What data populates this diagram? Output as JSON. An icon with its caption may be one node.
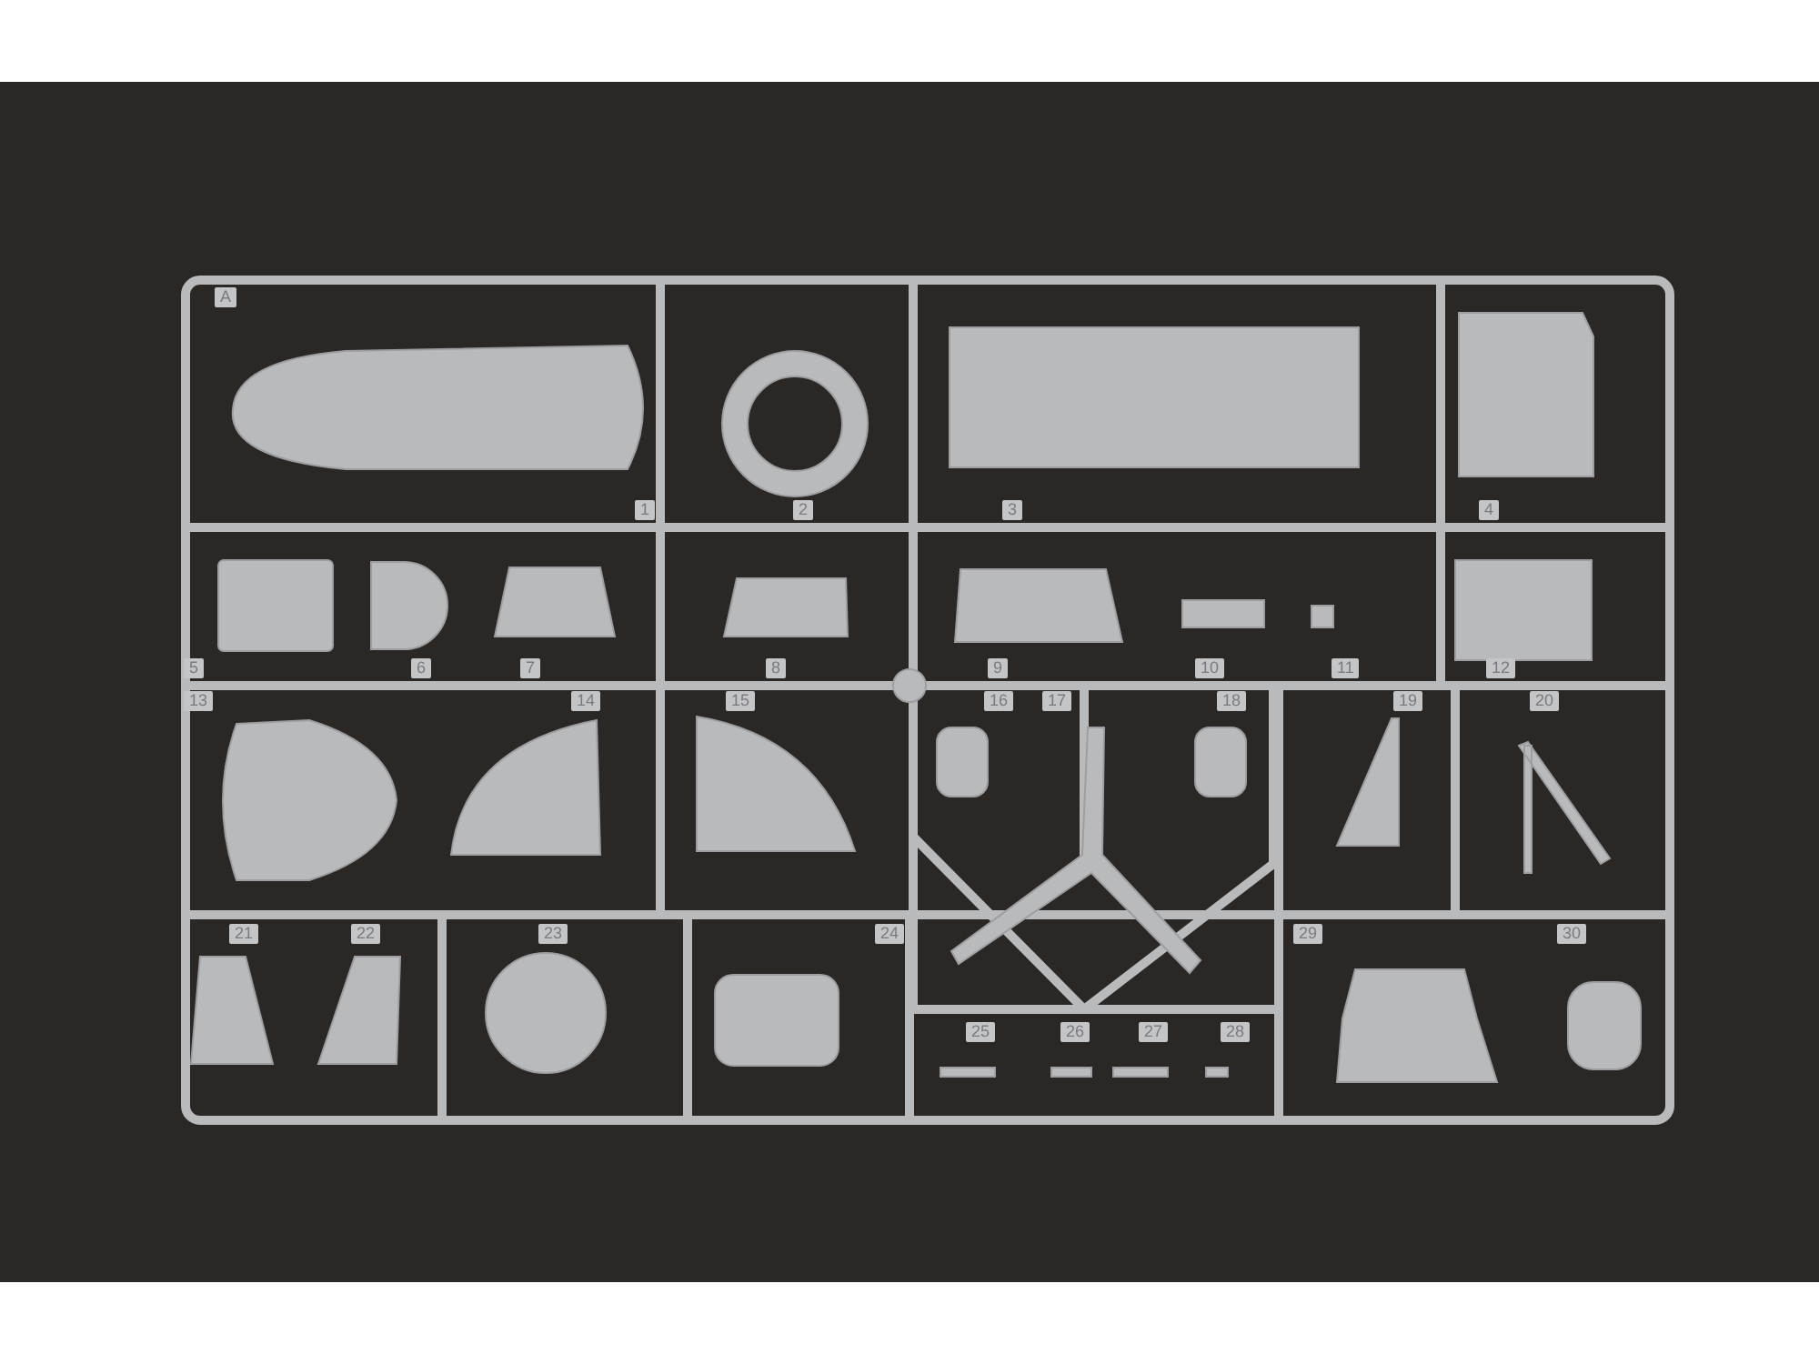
{
  "diagram": {
    "labels": [
      "A",
      "1",
      "2",
      "3",
      "4",
      "5",
      "6",
      "7",
      "8",
      "9",
      "10",
      "11",
      "12",
      "13",
      "14",
      "15",
      "16",
      "17",
      "18",
      "19",
      "20",
      "21",
      "22",
      "23",
      "24",
      "25",
      "26",
      "27",
      "28",
      "29",
      "30"
    ]
  }
}
